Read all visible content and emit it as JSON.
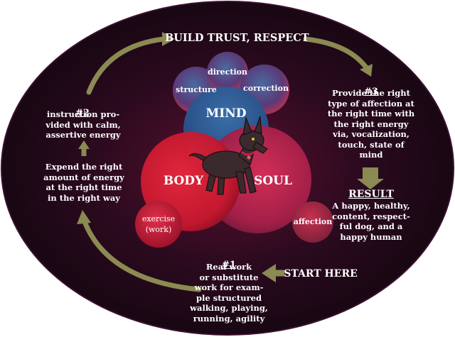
{
  "title": "BUILD TRUST, RESPECT",
  "start_here": "START HERE",
  "circles": {
    "mind": "MIND",
    "body": "BODY",
    "soul": "SOUL",
    "direction": "direction",
    "structure": "structure",
    "correction": "correction",
    "exercise": "exercise\n(work)",
    "affection": "affection"
  },
  "step1": {
    "number": "#1",
    "text": "Real work\nor  substitute\nwork for exam-\nple structured\nwalking, playing,\nrunning, agility"
  },
  "step2": {
    "number": "#2",
    "text": "instruction pro-\nvided with calm,\nassertive energy"
  },
  "step2b": {
    "text": "Expend the right\namount of energy\nat the right time\nin the right way"
  },
  "step3": {
    "number": "#3",
    "text": "Provide the right\ntype of affection at\nthe right time  with\nthe right energy\nvia, vocalization,\ntouch, state of\nmind"
  },
  "result": {
    "heading": "RESULT",
    "text": "A happy, healthy,\ncontent, respect-\nful dog, and a\nhappy human"
  },
  "colors": {
    "ellipse": "#1a0a14",
    "ellipse_edge": "#3a1030",
    "arrow": "#8a8a52",
    "mind": "#2a5a8a",
    "body": "#d8203a",
    "soul": "#c02050",
    "dog": "#3a2a2e"
  }
}
